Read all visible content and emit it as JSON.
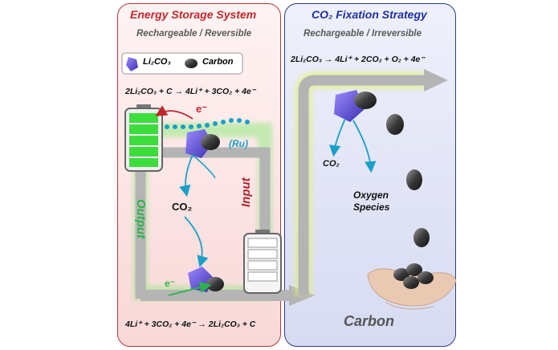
{
  "left": {
    "title": "Energy Storage System",
    "subtitle": "Rechargeable / Reversible",
    "legend_li2co3": "Li₂CO₃",
    "legend_carbon": "Carbon",
    "eq_top": "2Li₂CO₃ + C → 4Li⁺ + 3CO₂ + 4e⁻",
    "eq_bottom": "4Li⁺ + 3CO₂ + 4e⁻ → 2Li₂CO₃ + C",
    "electron_top": "e⁻",
    "electron_bottom": "e⁻",
    "catalyst": "(Ru)",
    "co2": "CO₂",
    "output": "Output",
    "input": "Input"
  },
  "right": {
    "title": "CO₂ Fixation Strategy",
    "subtitle": "Rechargeable / Irreversible",
    "eq": "2Li₂CO₃ → 4Li⁺ + 2CO₂ + O₂ + 4e⁻",
    "co2": "CO₂",
    "oxygen_line1": "Oxygen",
    "oxygen_line2": "Species",
    "carbon": "Carbon"
  },
  "colors": {
    "left_border": "#b03a3a",
    "right_border": "#2d3c8c",
    "left_title": "#c0282d",
    "right_title": "#1d2fa0",
    "battery_green": "#3ddc3d",
    "li2co3": "#6a5ad8",
    "flow_arrow": "#b4b4b4",
    "output_green": "#2bb34a",
    "input_red": "#b1242a",
    "reaction_blue": "#1aa0c8"
  }
}
